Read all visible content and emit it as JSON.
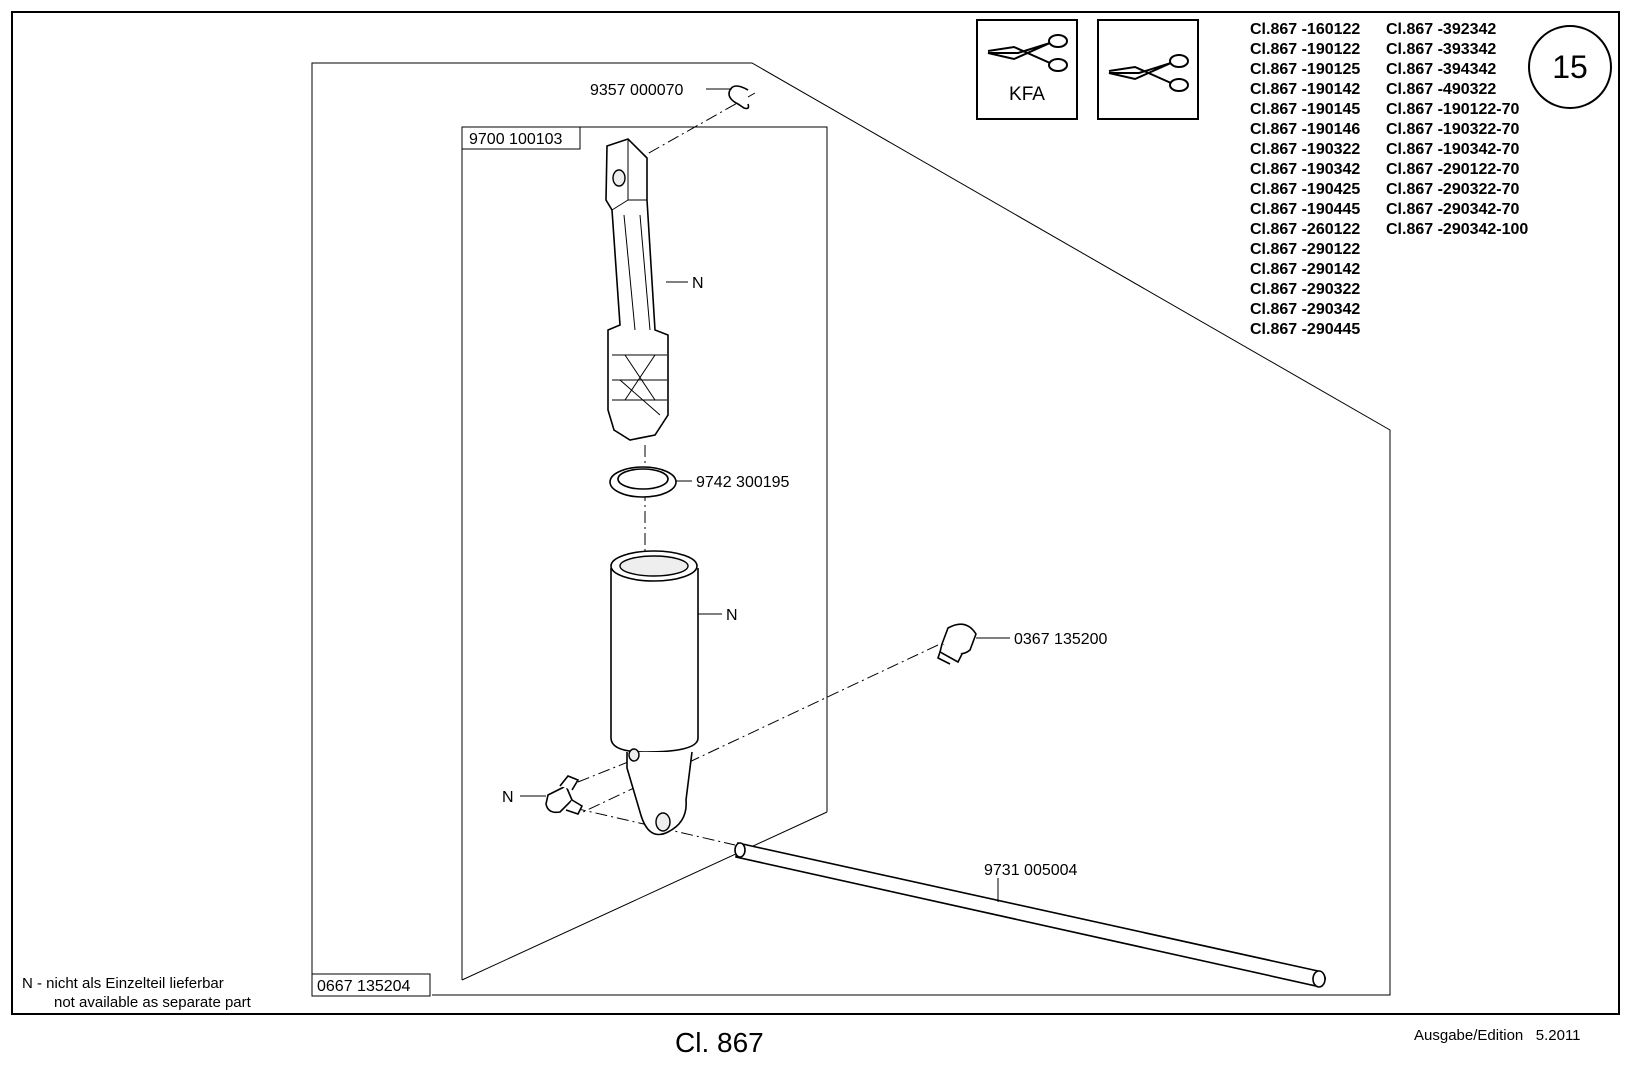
{
  "header": {
    "page_number": "15",
    "symbols": [
      {
        "icon": "scissors-icon",
        "label": "KFA"
      },
      {
        "icon": "scissors-icon",
        "label": ""
      }
    ],
    "model_columns": [
      [
        "Cl.867 -160122",
        "Cl.867 -190122",
        "Cl.867 -190125",
        "Cl.867 -190142",
        "Cl.867 -190145",
        "Cl.867 -190146",
        "Cl.867 -190322",
        "Cl.867 -190342",
        "Cl.867 -190425",
        "Cl.867 -190445",
        "Cl.867 -260122",
        "Cl.867 -290122",
        "Cl.867 -290142",
        "Cl.867 -290322",
        "Cl.867 -290342",
        "Cl.867 -290445"
      ],
      [
        "Cl.867 -392342",
        "Cl.867 -393342",
        "Cl.867 -394342",
        "Cl.867 -490322",
        "Cl.867 -190122-70",
        "Cl.867 -190322-70",
        "Cl.867 -190342-70",
        "Cl.867 -290122-70",
        "Cl.867 -290322-70",
        "Cl.867 -290342-70",
        "Cl.867 -290342-100"
      ]
    ]
  },
  "parts": {
    "clip": "9357 000070",
    "piston_assembly": "9700 100103",
    "piston": "N",
    "seal_ring": "9742 300195",
    "cylinder": "N",
    "screw": "0367 135200",
    "elbow_fitting": "N",
    "tube": "9731 005004",
    "cylinder_assembly": "0667 135204"
  },
  "legend": {
    "line1": "N - nicht als Einzelteil lieferbar",
    "line2": "not available as separate part"
  },
  "footer": {
    "model": "Cl. 867",
    "edition": "Ausgabe/Edition   5.2011"
  }
}
